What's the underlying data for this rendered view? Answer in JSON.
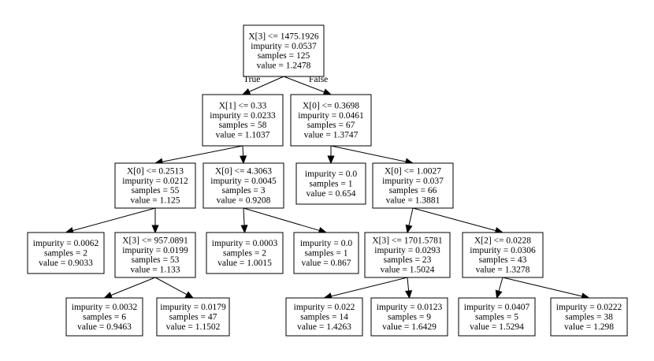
{
  "nodes": [
    {
      "id": "n0",
      "lines": [
        "X[3] <= 1475.1926",
        "impurity = 0.0537",
        "samples = 125",
        "value = 1.2478"
      ]
    },
    {
      "id": "n1",
      "lines": [
        "X[1] <= 0.33",
        "impurity = 0.0233",
        "samples = 58",
        "value = 1.1037"
      ]
    },
    {
      "id": "n2",
      "lines": [
        "X[0] <= 0.3698",
        "impurity = 0.0461",
        "samples = 67",
        "value = 1.3747"
      ]
    },
    {
      "id": "n3",
      "lines": [
        "X[0] <= 0.2513",
        "impurity = 0.0212",
        "samples = 55",
        "value = 1.125"
      ]
    },
    {
      "id": "n4",
      "lines": [
        "X[0] <= 4.3063",
        "impurity = 0.0045",
        "samples = 3",
        "value = 0.9208"
      ]
    },
    {
      "id": "n5",
      "lines": [
        "impurity = 0.0",
        "samples = 1",
        "value = 0.654"
      ]
    },
    {
      "id": "n6",
      "lines": [
        "X[0] <= 1.0027",
        "impurity = 0.037",
        "samples = 66",
        "value = 1.3881"
      ]
    },
    {
      "id": "n7",
      "lines": [
        "impurity = 0.0062",
        "samples = 2",
        "value = 0.9033"
      ]
    },
    {
      "id": "n8",
      "lines": [
        "X[3] <= 957.0891",
        "impurity = 0.0199",
        "samples = 53",
        "value = 1.133"
      ]
    },
    {
      "id": "n9",
      "lines": [
        "impurity = 0.0003",
        "samples = 2",
        "value = 1.0015"
      ]
    },
    {
      "id": "n10",
      "lines": [
        "impurity = 0.0",
        "samples = 1",
        "value = 0.867"
      ]
    },
    {
      "id": "n11",
      "lines": [
        "X[3] <= 1701.5781",
        "impurity = 0.0293",
        "samples = 23",
        "value = 1.5024"
      ]
    },
    {
      "id": "n12",
      "lines": [
        "X[2] <= 0.0228",
        "impurity = 0.0306",
        "samples = 43",
        "value = 1.3278"
      ]
    },
    {
      "id": "n13",
      "lines": [
        "impurity = 0.0032",
        "samples = 6",
        "value = 0.9463"
      ]
    },
    {
      "id": "n14",
      "lines": [
        "impurity = 0.0179",
        "samples = 47",
        "value = 1.1502"
      ]
    },
    {
      "id": "n15",
      "lines": [
        "impurity = 0.022",
        "samples = 14",
        "value = 1.4263"
      ]
    },
    {
      "id": "n16",
      "lines": [
        "impurity = 0.0123",
        "samples = 9",
        "value = 1.6429"
      ]
    },
    {
      "id": "n17",
      "lines": [
        "impurity = 0.0407",
        "samples = 5",
        "value = 1.5294"
      ]
    },
    {
      "id": "n18",
      "lines": [
        "impurity = 0.0222",
        "samples = 38",
        "value = 1.298"
      ]
    }
  ],
  "edges": [
    {
      "from": "n0",
      "to": "n1",
      "label": "True"
    },
    {
      "from": "n0",
      "to": "n2",
      "label": "False"
    },
    {
      "from": "n1",
      "to": "n3"
    },
    {
      "from": "n1",
      "to": "n4"
    },
    {
      "from": "n2",
      "to": "n5"
    },
    {
      "from": "n2",
      "to": "n6"
    },
    {
      "from": "n3",
      "to": "n7"
    },
    {
      "from": "n3",
      "to": "n8"
    },
    {
      "from": "n4",
      "to": "n9"
    },
    {
      "from": "n4",
      "to": "n10"
    },
    {
      "from": "n6",
      "to": "n11"
    },
    {
      "from": "n6",
      "to": "n12"
    },
    {
      "from": "n8",
      "to": "n13"
    },
    {
      "from": "n8",
      "to": "n14"
    },
    {
      "from": "n11",
      "to": "n15"
    },
    {
      "from": "n11",
      "to": "n16"
    },
    {
      "from": "n12",
      "to": "n17"
    },
    {
      "from": "n12",
      "to": "n18"
    }
  ]
}
